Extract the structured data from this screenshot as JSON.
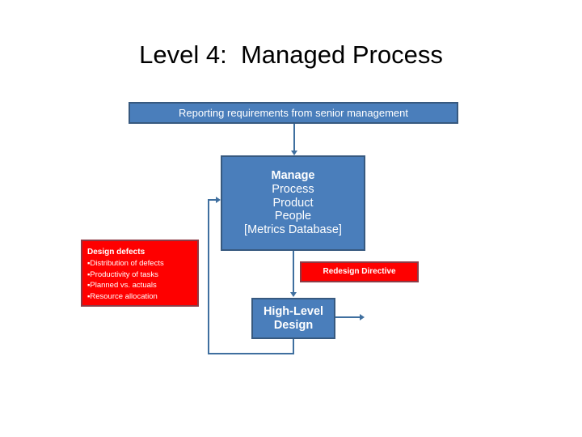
{
  "slide": {
    "title": "Level 4:  Managed Process",
    "background_color": "#ffffff"
  },
  "colors": {
    "blue_fill": "#4a7ebb",
    "blue_border": "#37597f",
    "red_fill": "#fe0000",
    "red_border": "#8d3a45",
    "connector": "#3f6f9f",
    "text_light": "#ffffff",
    "title_text": "#000000"
  },
  "nodes": {
    "reporting_bar": {
      "label": "Reporting requirements from senior management"
    },
    "manage_box": {
      "line1": "Manage",
      "line2": "Process",
      "line3": "Product",
      "line4": "People",
      "line5": "[Metrics Database]"
    },
    "design_defects_box": {
      "title": "Design defects",
      "items": [
        "▪Distribution of defects",
        "▪Productivity of tasks",
        "▪Planned vs. actuals",
        "▪Resource allocation"
      ]
    },
    "redesign_box": {
      "label": "Redesign Directive"
    },
    "high_level_design_box": {
      "line1": "High-Level",
      "line2": "Design"
    }
  }
}
